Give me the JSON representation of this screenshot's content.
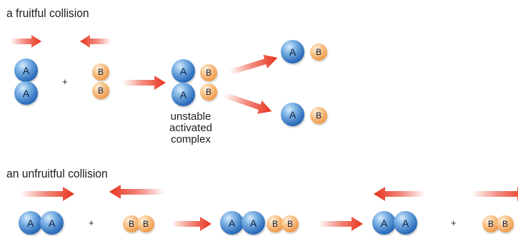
{
  "fruitful": {
    "title": "a fruitful collision",
    "plus": "+",
    "caption_lines": [
      "unstable",
      "activated",
      "complex"
    ]
  },
  "unfruitful": {
    "title": "an unfruitful collision",
    "plus_1": "+",
    "plus_2": "+"
  },
  "atom_labels": {
    "a": "A",
    "b": "B"
  },
  "colors": {
    "atom_a": "#2e6fbd",
    "atom_b": "#ee9948",
    "arrow": "#e8321c",
    "text": "#1d1d1d"
  },
  "icons": {
    "arrow": "arrow-icon",
    "atom_a": "atom-a-icon",
    "atom_b": "atom-b-icon"
  }
}
